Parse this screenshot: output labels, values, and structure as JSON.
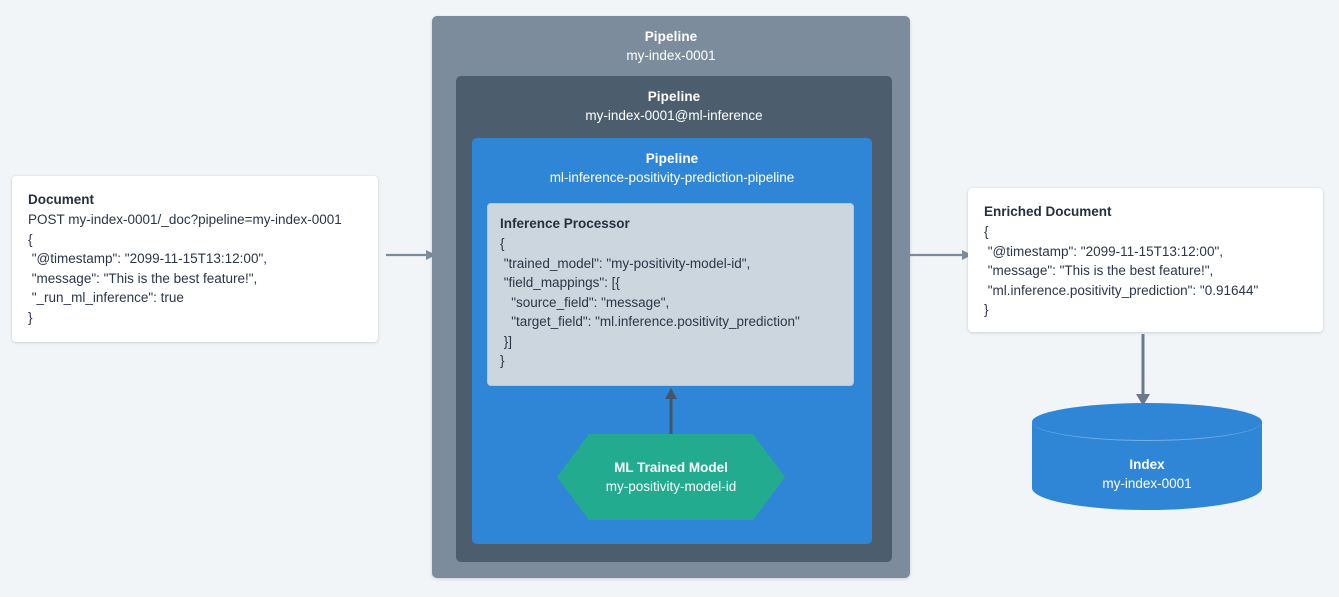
{
  "page": {
    "background": "#f2f5f8",
    "accent_blue": "#2f86d6",
    "accent_green": "#22ab8e",
    "slate_dark": "#4c5e6e",
    "slate_light": "#7c8c9c",
    "processor_bg": "#ccd6de"
  },
  "document": {
    "title": "Document",
    "lines": [
      "POST my-index-0001/_doc?pipeline=my-index-0001",
      "{",
      " \"@timestamp\": \"2099-11-15T13:12:00\",",
      " \"message\": \"This is the best feature!\",",
      " \"_run_ml_inference\": true",
      "}"
    ]
  },
  "pipeline_outer": {
    "kind": "Pipeline",
    "name": "my-index-0001"
  },
  "pipeline_middle": {
    "kind": "Pipeline",
    "name": "my-index-0001@ml-inference"
  },
  "pipeline_inner": {
    "kind": "Pipeline",
    "name": "ml-inference-positivity-prediction-pipeline"
  },
  "inference_processor": {
    "title": "Inference Processor",
    "lines": [
      "{",
      " \"trained_model\": \"my-positivity-model-id\",",
      " \"field_mappings\": [{",
      "   \"source_field\": \"message\",",
      "   \"target_field\": \"ml.inference.positivity_prediction\"",
      " }]",
      "}"
    ]
  },
  "ml_model": {
    "kind": "ML Trained Model",
    "name": "my-positivity-model-id"
  },
  "enriched_document": {
    "title": "Enriched Document",
    "lines": [
      "{",
      " \"@timestamp\": \"2099-11-15T13:12:00\",",
      " \"message\": \"This is the best feature!\",",
      " \"ml.inference.positivity_prediction\": \"0.91644\"",
      "}"
    ]
  },
  "index_store": {
    "kind": "Index",
    "name": "my-index-0001"
  },
  "arrows": {
    "doc_to_pipeline": "arrow-right",
    "pipeline_to_enriched": "arrow-right",
    "enriched_to_index": "arrow-down",
    "model_to_processor": "arrow-up"
  }
}
